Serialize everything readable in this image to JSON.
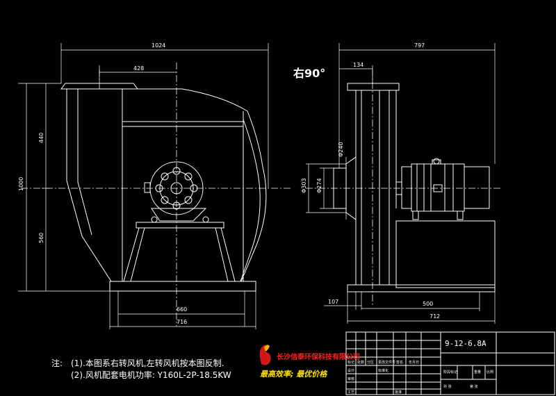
{
  "rotation_label": "右90°",
  "front_view": {
    "dim_overall_width": "1024",
    "dim_outlet": "428",
    "dim_height": "1000",
    "dim_upper": "440",
    "dim_lower": "560",
    "dim_base_inner": "660",
    "dim_base_outer": "716"
  },
  "side_view": {
    "dim_overall": "797",
    "dim_outlet_offset": "134",
    "dim_phi240": "Φ240",
    "dim_phi303": "Φ303",
    "dim_phi274": "Φ274",
    "dim_107": "107",
    "dim_500": "500",
    "dim_712": "712"
  },
  "notes": {
    "prefix": "注:",
    "line1": "(1).本图系右转风机,左转风机按本图反制.",
    "line2": "(2).风机配套电机功率: Y160L-2P-18.5KW"
  },
  "company": {
    "name": "长沙信泰环保科技有限公司",
    "slogan": "最高效率; 最优价格"
  },
  "title_block": {
    "drawing_number": "9-12-6.8A",
    "labels": [
      "标记",
      "处数",
      "分区",
      "更改文件号",
      "签名",
      "年月日",
      "设计",
      "标准化",
      "阶段标记",
      "重量",
      "比例",
      "审核",
      "工艺",
      "批准",
      "共 张",
      "第 张"
    ]
  },
  "colors": {
    "background": "#000000",
    "lines": "#ffffff",
    "company_text": "#ff2020",
    "slogan_text": "#ffe000",
    "logo_body": "#d01818",
    "logo_flame": "#ffb000"
  }
}
